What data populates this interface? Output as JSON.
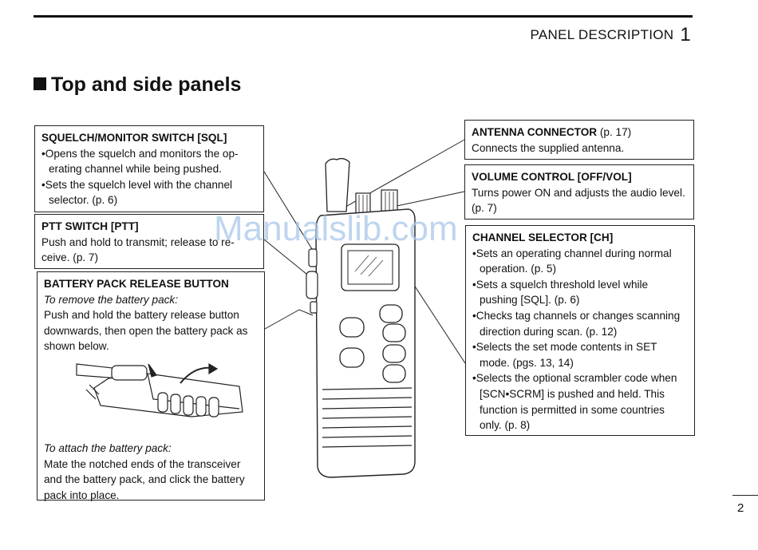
{
  "header": {
    "section": "PANEL DESCRIPTION",
    "chapter": "1"
  },
  "section_title": "Top and side panels",
  "squelch": {
    "title": "SQUELCH/MONITOR SWITCH [SQL]",
    "bullet1": "•Opens the squelch and monitors the op­erating channel while being pushed.",
    "bullet2": "•Sets the squelch level with the channel selector. (p. 6)"
  },
  "ptt": {
    "title": "PTT SWITCH [PTT]",
    "body": "Push and hold to transmit; release to re­ceive. (p. 7)"
  },
  "battery": {
    "title": "BATTERY PACK RELEASE BUTTON",
    "remove_heading": "To remove the battery pack:",
    "remove_body": "Push and hold the battery release button downwards, then open the battery pack as shown below.",
    "attach_heading": "To attach the battery pack:",
    "attach_body": "Mate the notched ends of the transceiver and the battery pack, and click the battery pack into place."
  },
  "antenna": {
    "title": "ANTENNA CONNECTOR",
    "ref": " (p. 17)",
    "body": "Connects the supplied antenna."
  },
  "volume": {
    "title": "VOLUME CONTROL [OFF/VOL]",
    "body": "Turns power ON and adjusts the audio level. (p. 7)"
  },
  "channel": {
    "title": "CHANNEL SELECTOR [CH]",
    "bullets": [
      "•Sets an operating channel during normal operation. (p. 5)",
      "•Sets a squelch threshold level while pushing [SQL]. (p. 6)",
      "•Checks tag channels or changes scan­ning direction during scan. (p. 12)",
      "•Selects the set mode contents in SET mode. (pgs. 13, 14)",
      "•Selects the optional scrambler code when [SCN•SCRM] is pushed and held. This function is permitted in some coun­tries only. (p. 8)"
    ]
  },
  "watermark": "Manualslib.com",
  "page_number": "2"
}
